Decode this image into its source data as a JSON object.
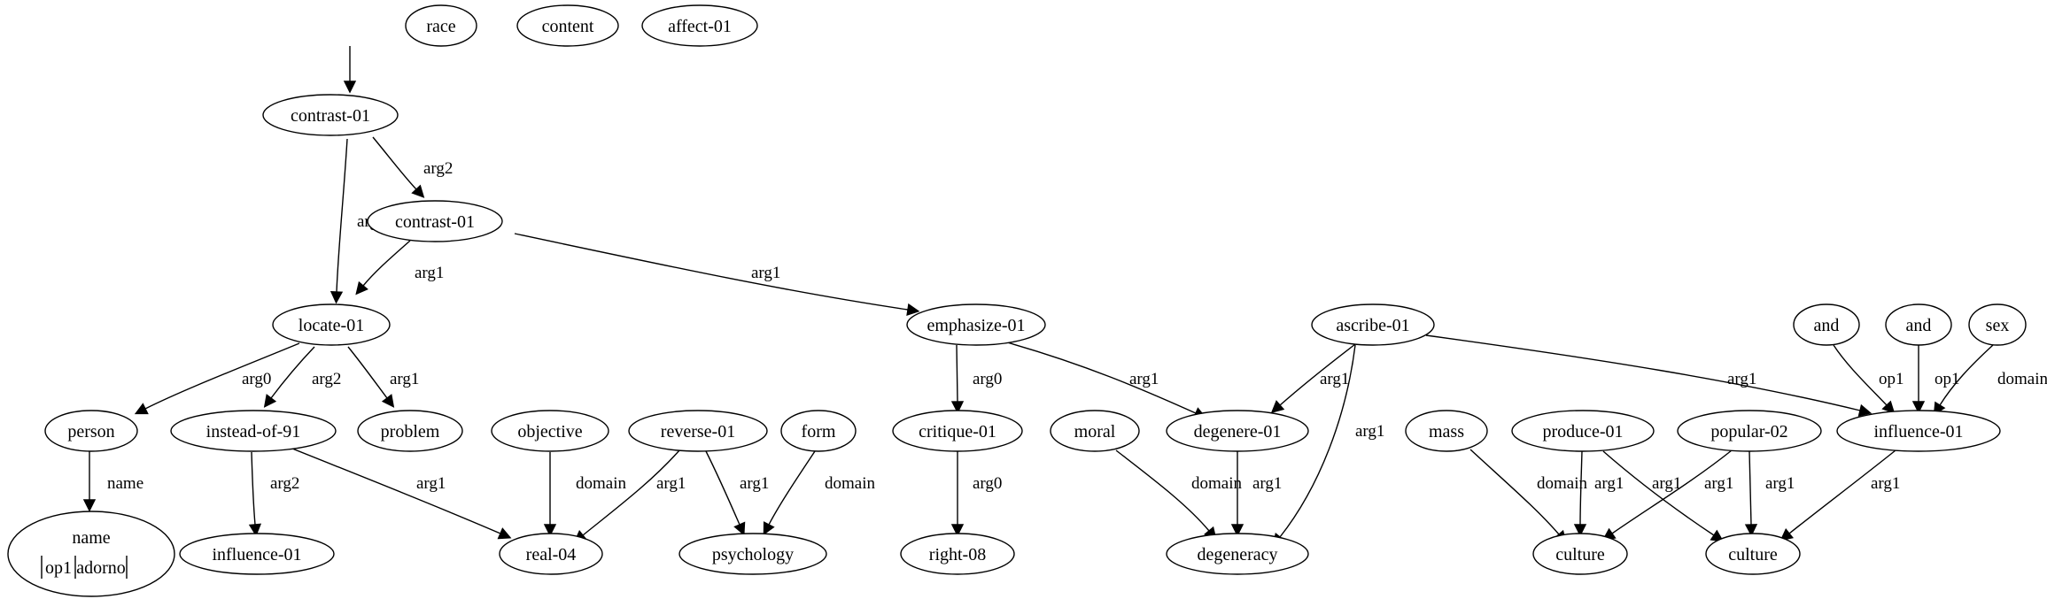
{
  "nodes": [
    {
      "id": "race",
      "label": "race"
    },
    {
      "id": "content",
      "label": "content"
    },
    {
      "id": "affect",
      "label": "affect-01"
    },
    {
      "id": "contrast1",
      "label": "contrast-01"
    },
    {
      "id": "contrast2",
      "label": "contrast-01"
    },
    {
      "id": "locate",
      "label": "locate-01"
    },
    {
      "id": "emphasize",
      "label": "emphasize-01"
    },
    {
      "id": "ascribe",
      "label": "ascribe-01"
    },
    {
      "id": "and1",
      "label": "and"
    },
    {
      "id": "and2",
      "label": "and"
    },
    {
      "id": "sex",
      "label": "sex"
    },
    {
      "id": "person",
      "label": "person"
    },
    {
      "id": "insteadof",
      "label": "instead-of-91"
    },
    {
      "id": "problem",
      "label": "problem"
    },
    {
      "id": "objective",
      "label": "objective"
    },
    {
      "id": "reverse",
      "label": "reverse-01"
    },
    {
      "id": "form",
      "label": "form"
    },
    {
      "id": "critique",
      "label": "critique-01"
    },
    {
      "id": "moral",
      "label": "moral"
    },
    {
      "id": "degenere",
      "label": "degenere-01"
    },
    {
      "id": "mass",
      "label": "mass"
    },
    {
      "id": "produce",
      "label": "produce-01"
    },
    {
      "id": "popular",
      "label": "popular-02"
    },
    {
      "id": "influence1",
      "label": "influence-01"
    },
    {
      "id": "name",
      "label": "name",
      "fields": [
        "op1",
        "adorno"
      ]
    },
    {
      "id": "influence2",
      "label": "influence-01"
    },
    {
      "id": "real",
      "label": "real-04"
    },
    {
      "id": "psychology",
      "label": "psychology"
    },
    {
      "id": "right",
      "label": "right-08"
    },
    {
      "id": "degeneracy",
      "label": "degeneracy"
    },
    {
      "id": "culture1",
      "label": "culture"
    },
    {
      "id": "culture2",
      "label": "culture"
    }
  ],
  "edges": [
    {
      "from": "root",
      "to": "contrast1",
      "label": ""
    },
    {
      "from": "contrast1",
      "to": "contrast2",
      "label": "arg2"
    },
    {
      "from": "contrast1",
      "to": "locate",
      "label": "arg2"
    },
    {
      "from": "contrast2",
      "to": "locate",
      "label": "arg1"
    },
    {
      "from": "contrast2",
      "to": "emphasize",
      "label": "arg1"
    },
    {
      "from": "locate",
      "to": "person",
      "label": "arg0"
    },
    {
      "from": "locate",
      "to": "insteadof",
      "label": "arg2"
    },
    {
      "from": "locate",
      "to": "problem",
      "label": "arg1"
    },
    {
      "from": "person",
      "to": "name",
      "label": "name"
    },
    {
      "from": "insteadof",
      "to": "influence2",
      "label": "arg2"
    },
    {
      "from": "insteadof",
      "to": "real",
      "label": "arg1"
    },
    {
      "from": "objective",
      "to": "real",
      "label": "domain"
    },
    {
      "from": "reverse",
      "to": "real",
      "label": "arg1"
    },
    {
      "from": "reverse",
      "to": "psychology",
      "label": "arg1"
    },
    {
      "from": "form",
      "to": "psychology",
      "label": "domain"
    },
    {
      "from": "emphasize",
      "to": "critique",
      "label": "arg0"
    },
    {
      "from": "emphasize",
      "to": "degenere",
      "label": "arg1"
    },
    {
      "from": "critique",
      "to": "right",
      "label": "arg0"
    },
    {
      "from": "moral",
      "to": "degeneracy",
      "label": "domain"
    },
    {
      "from": "degenere",
      "to": "degeneracy",
      "label": "arg1"
    },
    {
      "from": "ascribe",
      "to": "degenere",
      "label": "arg1"
    },
    {
      "from": "ascribe",
      "to": "degeneracy",
      "label": "arg1"
    },
    {
      "from": "ascribe",
      "to": "influence1",
      "label": "arg1"
    },
    {
      "from": "and1",
      "to": "influence1",
      "label": "op1"
    },
    {
      "from": "and2",
      "to": "influence1",
      "label": "op1"
    },
    {
      "from": "sex",
      "to": "influence1",
      "label": "domain"
    },
    {
      "from": "mass",
      "to": "culture1",
      "label": "domain"
    },
    {
      "from": "produce",
      "to": "culture1",
      "label": "arg1"
    },
    {
      "from": "produce",
      "to": "culture2",
      "label": "arg1"
    },
    {
      "from": "popular",
      "to": "culture1",
      "label": "arg1"
    },
    {
      "from": "popular",
      "to": "culture2",
      "label": "arg1"
    },
    {
      "from": "influence1",
      "to": "culture2",
      "label": "arg1"
    }
  ]
}
